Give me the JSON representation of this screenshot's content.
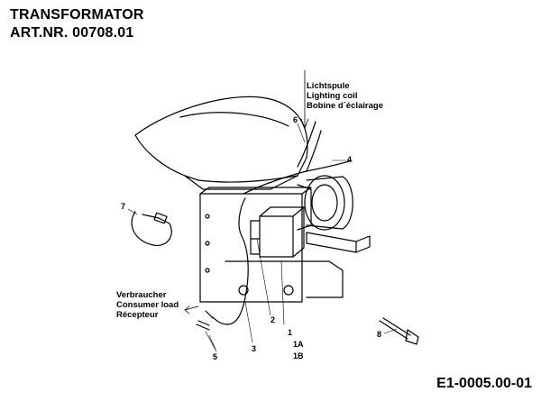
{
  "header": {
    "title": "TRANSFORMATOR",
    "article_number": "ART.NR. 00708.01"
  },
  "callouts": {
    "lighting_coil": [
      "Lichtspule",
      "Lighting coil",
      "Bobine d´éclairage"
    ],
    "consumer_load": [
      "Verbraucher",
      "Consumer load",
      "Récepteur"
    ]
  },
  "part_numbers": {
    "p1": "1",
    "p1a": "1A",
    "p1b": "1B",
    "p2": "2",
    "p3": "3",
    "p4": "4",
    "p5": "5",
    "p6": "6",
    "p7": "7",
    "p8": "8"
  },
  "footer": {
    "reference": "E1-0005.00-01"
  }
}
